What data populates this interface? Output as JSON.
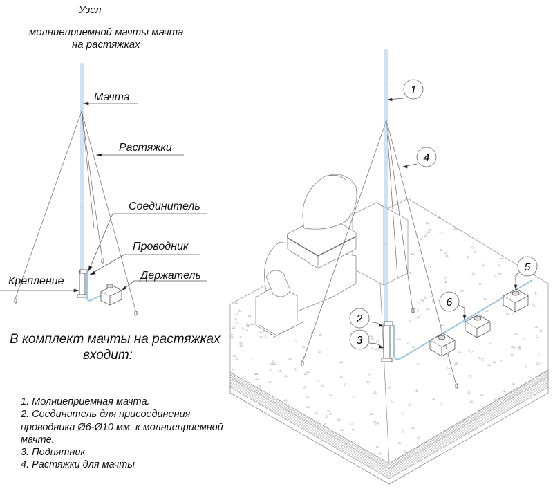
{
  "header": {
    "line1": "Узел",
    "line2": "молниеприемной мачты мачта",
    "line3": "на растяжках"
  },
  "left_labels": {
    "mast": "Мачта",
    "guys": "Растяжки",
    "connector": "Соединитель",
    "conductor": "Проводник",
    "fixing": "Крепление",
    "holder": "Держатель"
  },
  "kit": {
    "heading_line1": "В комплект мачты на растяжках",
    "heading_line2": "входит:",
    "items": [
      "1. Молниеприемная мачта.",
      "2. Соединитель для присоединения",
      "проводника Ø6-Ø10 мм. к молниеприемной",
      "мачте.",
      "3. Подпятник",
      "4. Растяжки для мачты"
    ]
  },
  "callouts": [
    "1",
    "2",
    "3",
    "4",
    "5",
    "6"
  ],
  "colors": {
    "conductor": "#9cc6e6",
    "line": "#555555",
    "light_line": "#9a9a9a"
  }
}
